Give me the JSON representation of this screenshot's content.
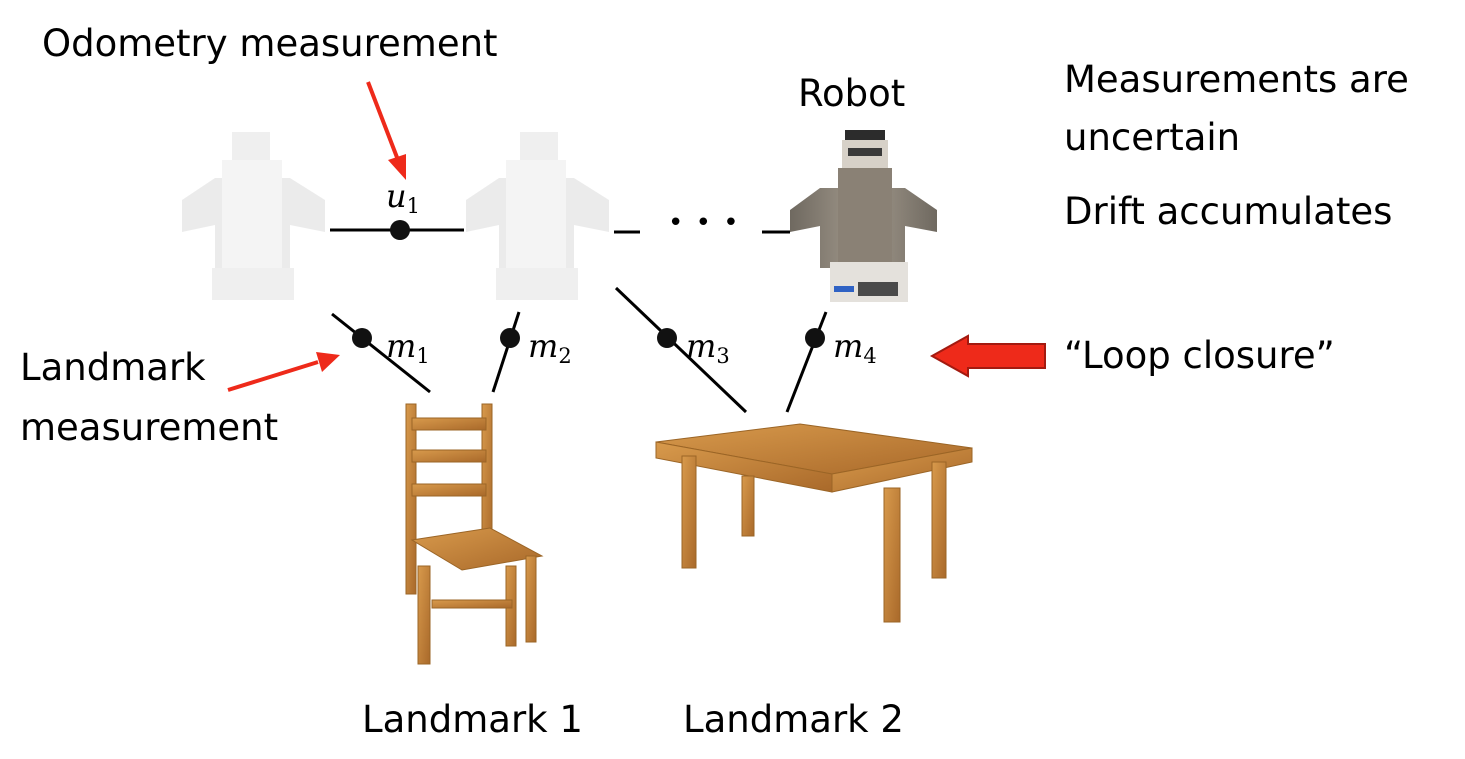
{
  "labels": {
    "odometry": "Odometry measurement",
    "robot": "Robot",
    "landmark_measurement_line1": "Landmark",
    "landmark_measurement_line2": "measurement",
    "landmark1": "Landmark 1",
    "landmark2": "Landmark 2",
    "loop_closure": "“Loop closure”",
    "ellipsis": "• • •"
  },
  "notes": [
    {
      "line1": "Measurements are",
      "line2": "uncertain"
    },
    {
      "line1": "Drift accumulates"
    }
  ],
  "factors": {
    "u1": {
      "symbol": "u",
      "sub": "1"
    },
    "m1": {
      "symbol": "m",
      "sub": "1"
    },
    "m2": {
      "symbol": "m",
      "sub": "2"
    },
    "m3": {
      "symbol": "m",
      "sub": "3"
    },
    "m4": {
      "symbol": "m",
      "sub": "4"
    }
  },
  "colors": {
    "arrow_red": "#ee2a1a",
    "robot_faded": "#e6e6e6",
    "robot_active": "#8c8378",
    "wood": "#c68a3e",
    "wood_dark": "#9b6526"
  },
  "icons": {
    "robot": "robot-icon",
    "chair": "chair-icon",
    "table": "table-icon"
  }
}
